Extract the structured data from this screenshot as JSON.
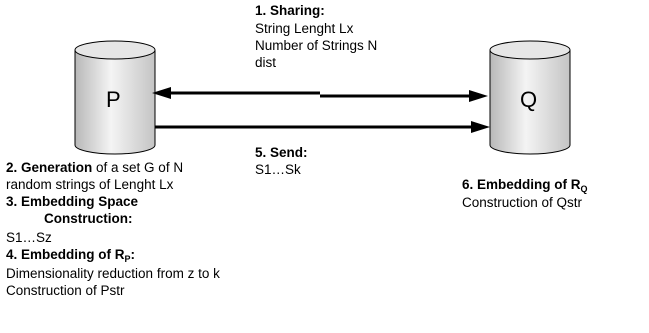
{
  "nodes": {
    "p_label": "P",
    "q_label": "Q"
  },
  "sharing": {
    "title": "1. Sharing:",
    "line1": "String Lenght Lx",
    "line2": "Number of Strings N",
    "line3": "dist"
  },
  "send": {
    "title": "5. Send:",
    "line1": "S1…Sk"
  },
  "steps_left": {
    "generation_title": "2. Generation",
    "generation_text": " of a set G of N",
    "generation_line2": "random strings of Lenght Lx",
    "embedding_space_line1": "3. Embedding Space",
    "embedding_space_line2": "Construction:",
    "s_range": "S1…Sz",
    "embedding_rp_title": "4. Embedding of R",
    "embedding_rp_sub": "P",
    "embedding_rp_colon": ":",
    "reduction": "Dimensionality reduction from z to k",
    "pstr": "Construction of Pstr"
  },
  "steps_right": {
    "embedding_rq_title": "6. Embedding of R",
    "embedding_rq_sub": "Q",
    "qstr": "Construction of Qstr"
  }
}
